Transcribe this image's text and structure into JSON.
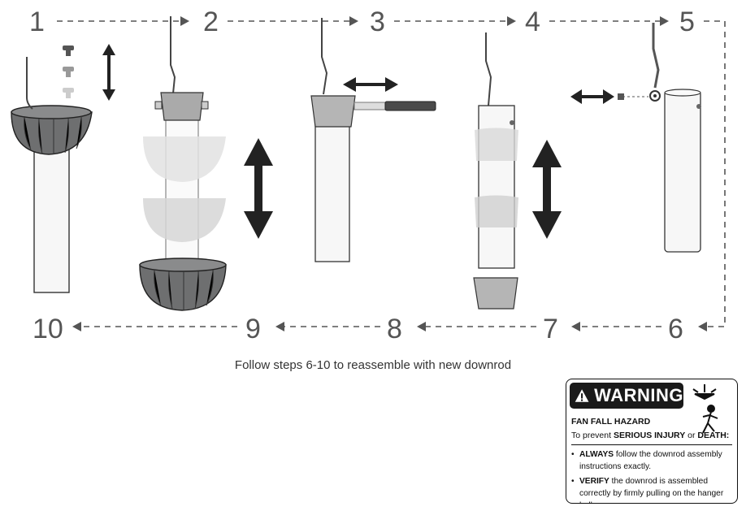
{
  "steps": [
    "1",
    "2",
    "3",
    "4",
    "5",
    "6",
    "7",
    "8",
    "9",
    "10"
  ],
  "instruction": "Follow steps 6-10 to reassemble with new downrod",
  "warning": {
    "title": "WARNING",
    "hazard": "FAN FALL HAZARD",
    "prevent_prefix": "To prevent ",
    "prevent_bold1": "SERIOUS INJURY",
    "prevent_mid": " or ",
    "prevent_bold2": "DEATH:",
    "items": [
      {
        "bold": "ALWAYS",
        "text": " follow the downrod assembly instructions exactly."
      },
      {
        "bold": "VERIFY",
        "text": " the downrod is assembled correctly by firmly pulling on the hanger ball."
      }
    ]
  },
  "colors": {
    "canopy_gray": "#6e6f70",
    "rod_fill": "#f7f7f7",
    "ghost_gray": "#d9d9d9",
    "line": "#333333",
    "arrow": "#222222",
    "number": "#555555"
  },
  "icons": [
    "warning-triangle-icon",
    "falling-person-icon",
    "double-arrow-icon"
  ]
}
